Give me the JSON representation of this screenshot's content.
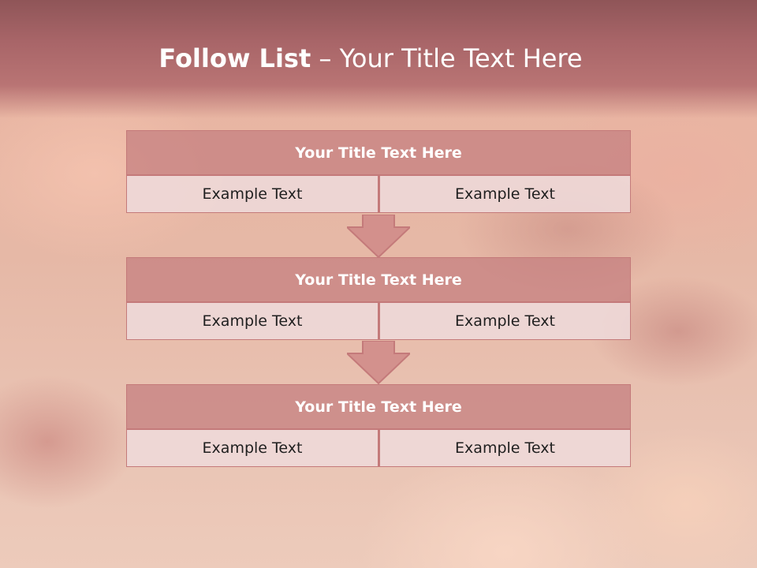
{
  "slide": {
    "title_bold": "Follow List",
    "title_rest": "– Your Title Text Here",
    "blocks": [
      {
        "title": "Your Title Text Here",
        "cells": [
          "Example Text",
          "Example Text"
        ]
      },
      {
        "title": "Your Title Text Here",
        "cells": [
          "Example Text",
          "Example Text"
        ]
      },
      {
        "title": "Your Title Text Here",
        "cells": [
          "Example Text",
          "Example Text"
        ]
      }
    ]
  },
  "colors": {
    "header_band": "#a86568",
    "box_header": "#c88282",
    "box_border": "#c47a7a",
    "cell_fill": "#eedada",
    "arrow_fill": "#d08c8a"
  }
}
